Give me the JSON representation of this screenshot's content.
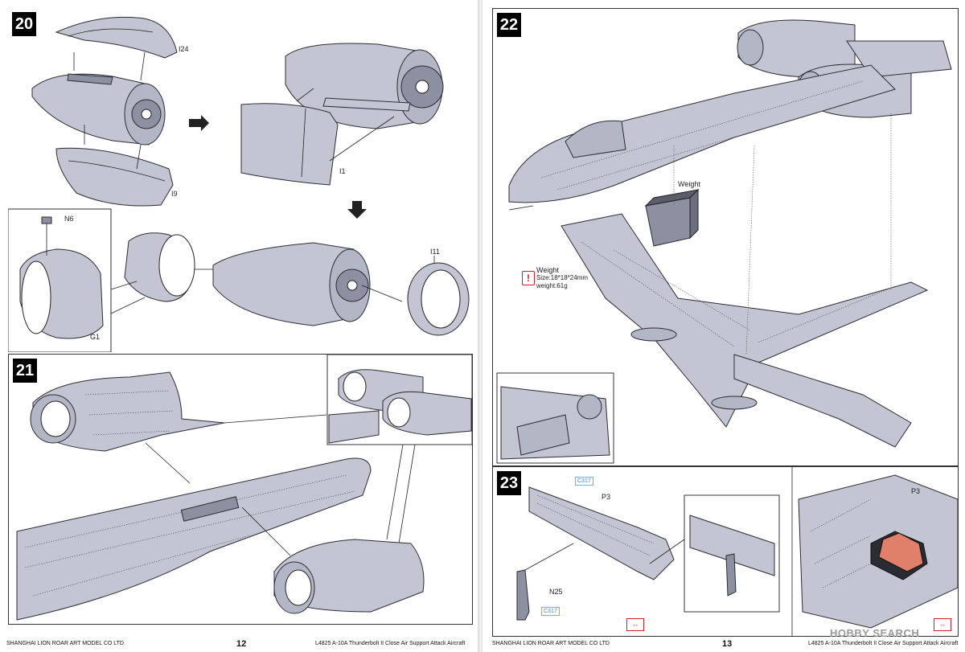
{
  "left_page": {
    "step20": {
      "number": "20",
      "labels": {
        "i24": "I24",
        "i9": "I9",
        "i1": "I1",
        "n6": "N6",
        "g1": "G1",
        "i11": "I11"
      }
    },
    "step21": {
      "number": "21"
    },
    "footer_company": "SHANGHAI LION ROAR ART MODEL CO LTD",
    "page_number": "12"
  },
  "right_page": {
    "step22": {
      "number": "22",
      "weight_label": "Weight",
      "weight_note": {
        "title": "Weight",
        "size": "Size:18*18*24mm",
        "weight": "weight:61g"
      }
    },
    "step23": {
      "number": "23",
      "labels": {
        "c317_top": "C317",
        "p3": "P3",
        "n25": "N25",
        "c317_bottom": "C317",
        "p3_detail": "P3"
      }
    },
    "footer_company": "SHANGHAI LION ROAR ART MODEL CO LTD",
    "page_number": "13",
    "footer_model": "L4825 A-10A Thunderbolt II Close Air Support Attack Aircraft"
  },
  "left_footer_model": "L4825 A-10A Thunderbolt II Close Air Support Attack Aircraft",
  "watermark": "HOBBY SEARCH",
  "icons": {
    "warning": "exclamation-warning-icon",
    "symmetry": "left-right-arrows-icon"
  },
  "colors": {
    "part_grey": "#c3c6d2",
    "warning_red": "#d4202a",
    "callout_blue": "#3a8fc9"
  }
}
